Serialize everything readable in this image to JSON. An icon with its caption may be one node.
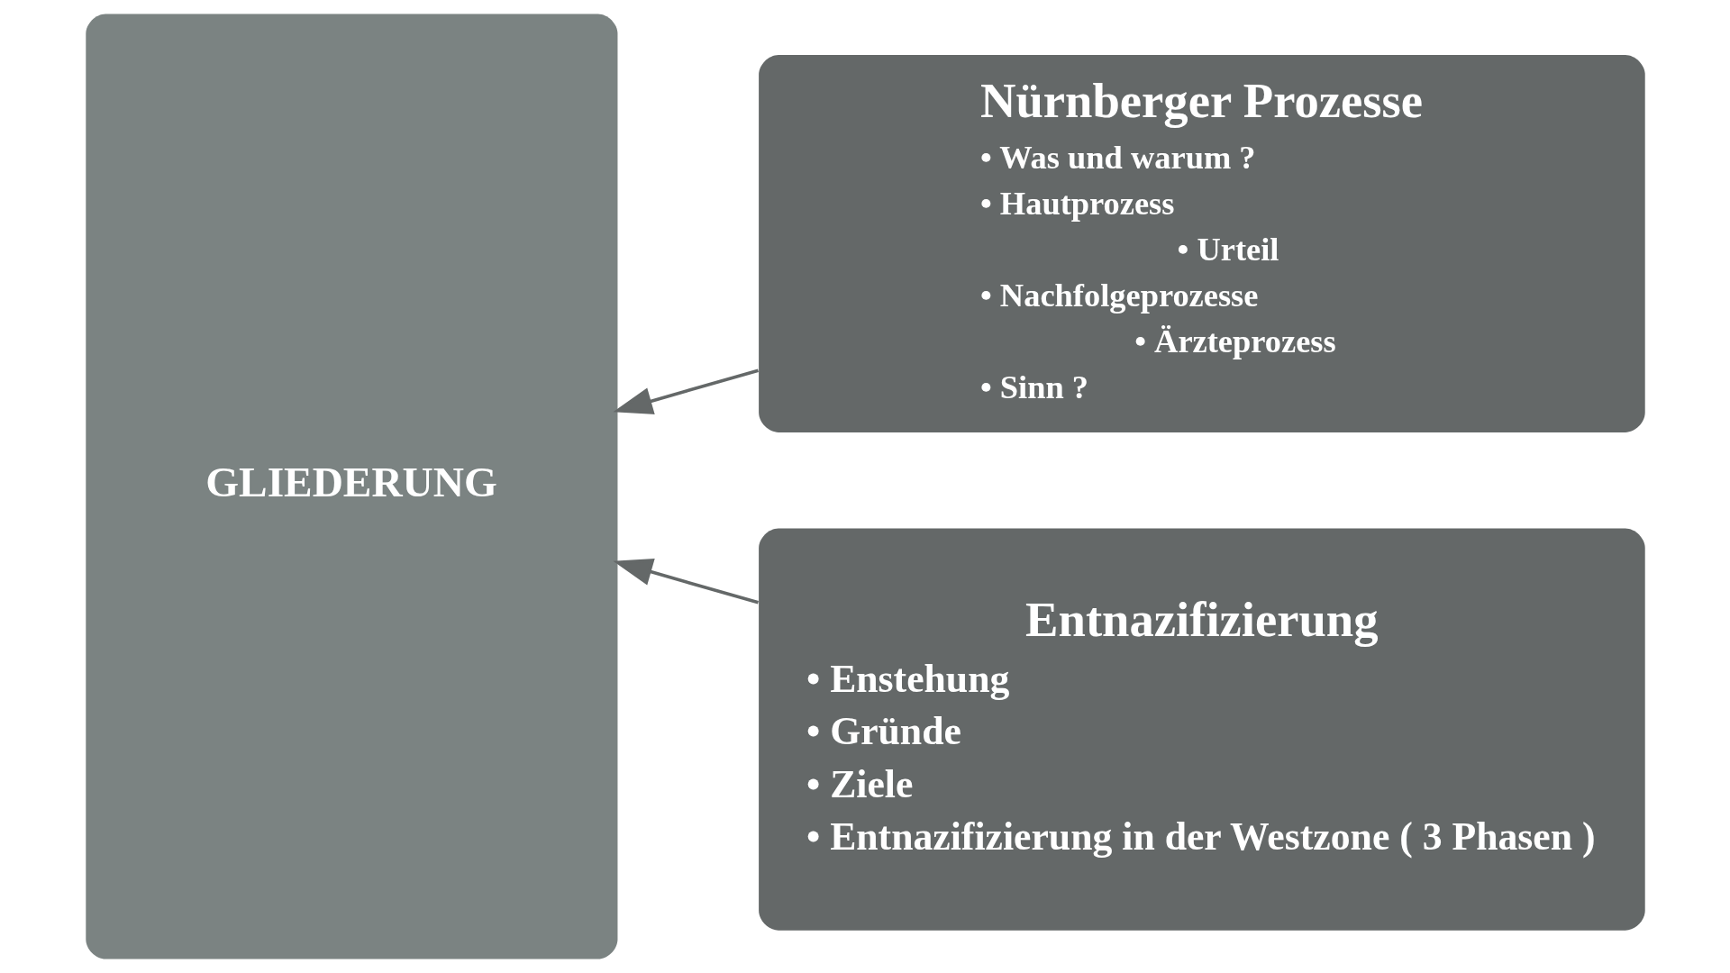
{
  "diagram": {
    "nodes": [
      {
        "text": [
          "GLIEDERUNG"
        ]
      },
      {
        "text": [
          "Nürnberger Prozesse",
          "• Was und warum ?",
          "• Hautprozess",
          "• Urteil",
          "• Nachfolgeprozesse",
          "• Ärzteprozess",
          "• Sinn ?"
        ]
      },
      {
        "text": [
          "Entnazifizierung",
          "• Enstehung",
          "• Gründe",
          "• Ziele",
          "• Entnazifizierung in der Westzone ( 3 Phasen )"
        ]
      }
    ],
    "edges": [
      {
        "from": 1,
        "to": 0,
        "arrow": "to"
      },
      {
        "from": 2,
        "to": 0,
        "arrow": "to"
      }
    ]
  }
}
